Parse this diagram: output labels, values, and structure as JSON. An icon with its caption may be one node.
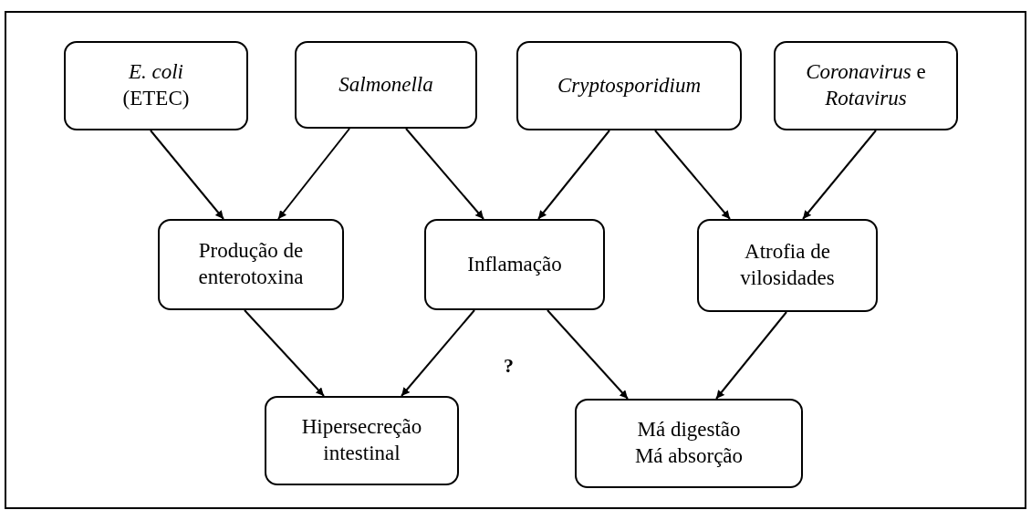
{
  "diagram": {
    "nodes": [
      {
        "text": [
          "*E. coli* (ETEC)"
        ]
      },
      {
        "text": [
          "Salmonella"
        ]
      },
      {
        "text": [
          "Cryptosporidium"
        ]
      },
      {
        "text": [
          "*Coronavirus* e *Rotavirus*"
        ]
      },
      {
        "text": [
          "Produção de enterotoxina"
        ]
      },
      {
        "text": [
          "Inflamação"
        ]
      },
      {
        "text": [
          "Atrofia de vilosidades"
        ]
      },
      {
        "text": [
          "Hipersecreção intestinal"
        ]
      },
      {
        "text": [
          "Má digestão Má absorção"
        ]
      }
    ],
    "edges": [
      {
        "from": 0,
        "to": 4,
        "arrow": "to"
      },
      {
        "from": 1,
        "to": 4,
        "arrow": "to"
      },
      {
        "from": 1,
        "to": 5,
        "arrow": "to"
      },
      {
        "from": 2,
        "to": 5,
        "arrow": "to"
      },
      {
        "from": 2,
        "to": 6,
        "arrow": "to"
      },
      {
        "from": 3,
        "to": 6,
        "arrow": "to"
      },
      {
        "from": 4,
        "to": 7,
        "arrow": "to"
      },
      {
        "from": 5,
        "to": 7,
        "arrow": "to"
      },
      {
        "from": 5,
        "to": 8,
        "arrow": "to"
      },
      {
        "from": 6,
        "to": 8,
        "arrow": "to"
      }
    ],
    "labels": [
      "?"
    ]
  }
}
